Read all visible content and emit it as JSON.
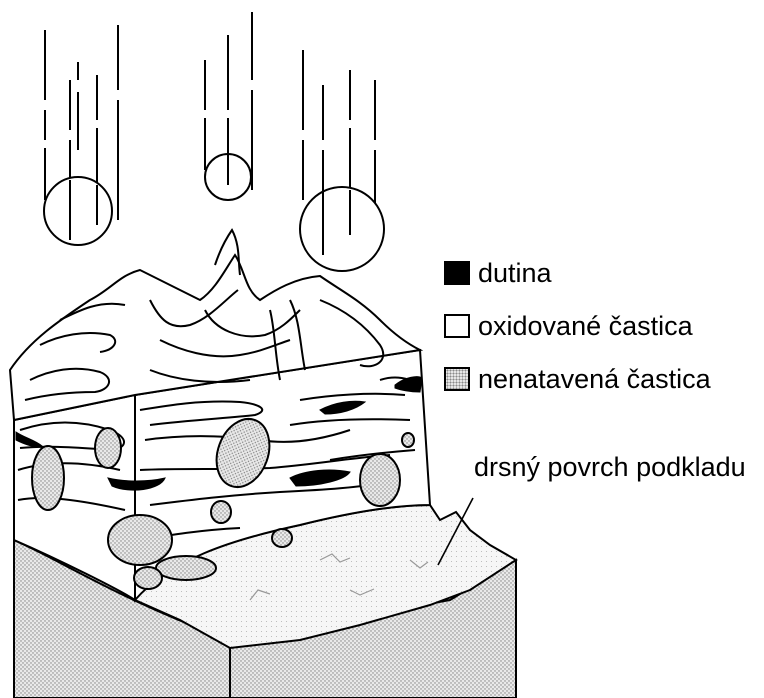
{
  "legend": {
    "items": [
      {
        "label": "dutina",
        "swatch": "void",
        "color": "#000000"
      },
      {
        "label": "oxidované častica",
        "swatch": "oxide",
        "color": "#ffffff"
      },
      {
        "label": "nenatavená častica",
        "swatch": "unmelted",
        "color": "#d9d9d9"
      }
    ]
  },
  "annotation": {
    "substrate_label": "drsný povrch podkladu"
  },
  "colors": {
    "ink": "#000000",
    "stipple_fill": "#d9d9d9",
    "background": "#ffffff"
  }
}
